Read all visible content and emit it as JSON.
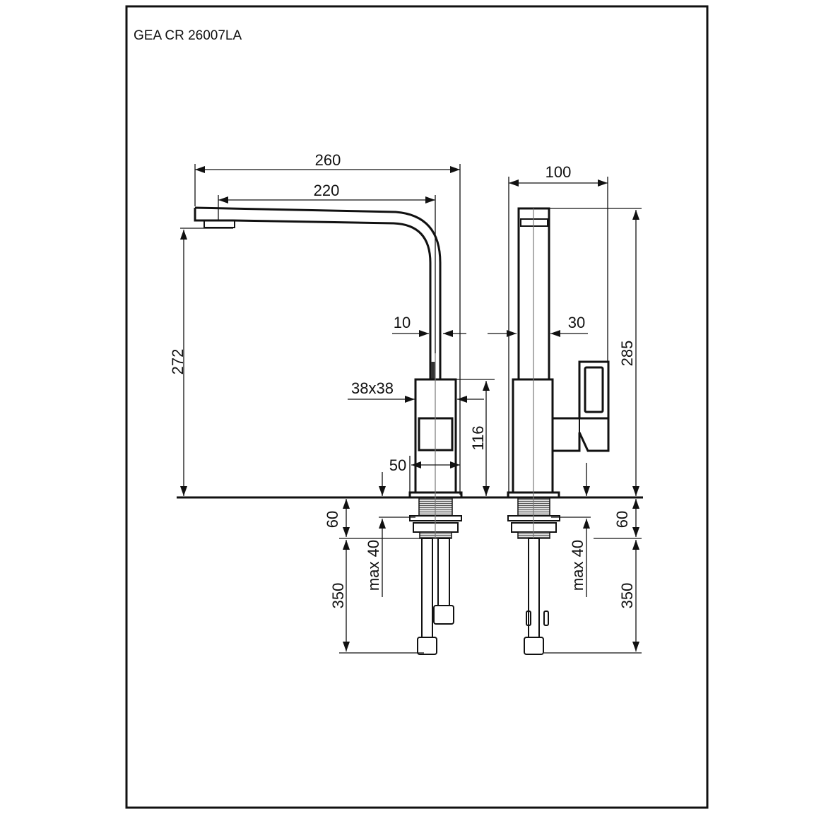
{
  "title": "GEA CR 26007LA",
  "dimensions": {
    "spout_reach_total": "260",
    "spout_reach_outlet": "220",
    "outlet_height": "272",
    "spout_width": "10",
    "spout_depth": "30",
    "overall_depth": "100",
    "overall_height": "285",
    "body_section": "38x38",
    "body_height": "116",
    "base_diameter": "50",
    "deck_thread_left": "60",
    "deck_thread_right": "60",
    "max_deck_thickness_left": "max 40",
    "max_deck_thickness_right": "max 40",
    "hose_length_left": "350",
    "hose_length_right": "350"
  }
}
